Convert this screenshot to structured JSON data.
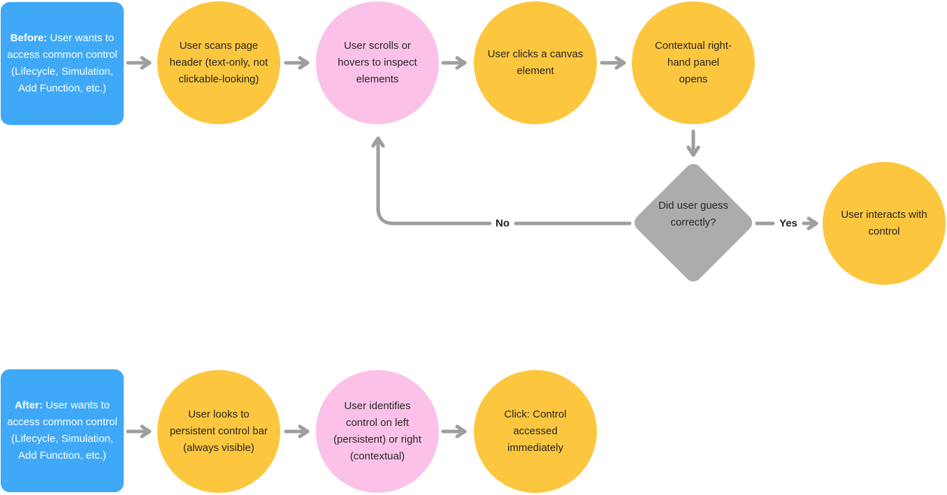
{
  "colors": {
    "start_box_blue": "#3FA8F7",
    "step_yellow": "#FCC63F",
    "step_pink": "#FBC1E8",
    "decision_gray": "#ACACAC",
    "arrow_gray": "#9E9E9E",
    "text_dark": "#272727",
    "text_white": "#ffffff"
  },
  "before_flow": {
    "start": {
      "lead": "Before:",
      "rest": " User wants to access common control (Lifecycle, Simulation, Add Function, etc.)"
    },
    "steps": [
      {
        "label": "User scans page header (text-only, not clickable-looking)"
      },
      {
        "label": "User scrolls or hovers to inspect elements"
      },
      {
        "label": "User clicks a canvas element"
      },
      {
        "label": "Contextual right-hand panel opens"
      }
    ],
    "decision": {
      "label": "Did user guess correctly?",
      "yes_label": "Yes",
      "no_label": "No"
    },
    "outcome": {
      "label": "User interacts with control"
    }
  },
  "after_flow": {
    "start": {
      "lead": "After:",
      "rest": " User wants to access common control (Lifecycle, Simulation, Add Function, etc.)"
    },
    "steps": [
      {
        "label": "User looks to persistent control bar (always visible)"
      },
      {
        "label": "User identifies control on left (persistent) or right (contextual)"
      },
      {
        "label": "Click: Control accessed immediately"
      }
    ]
  }
}
